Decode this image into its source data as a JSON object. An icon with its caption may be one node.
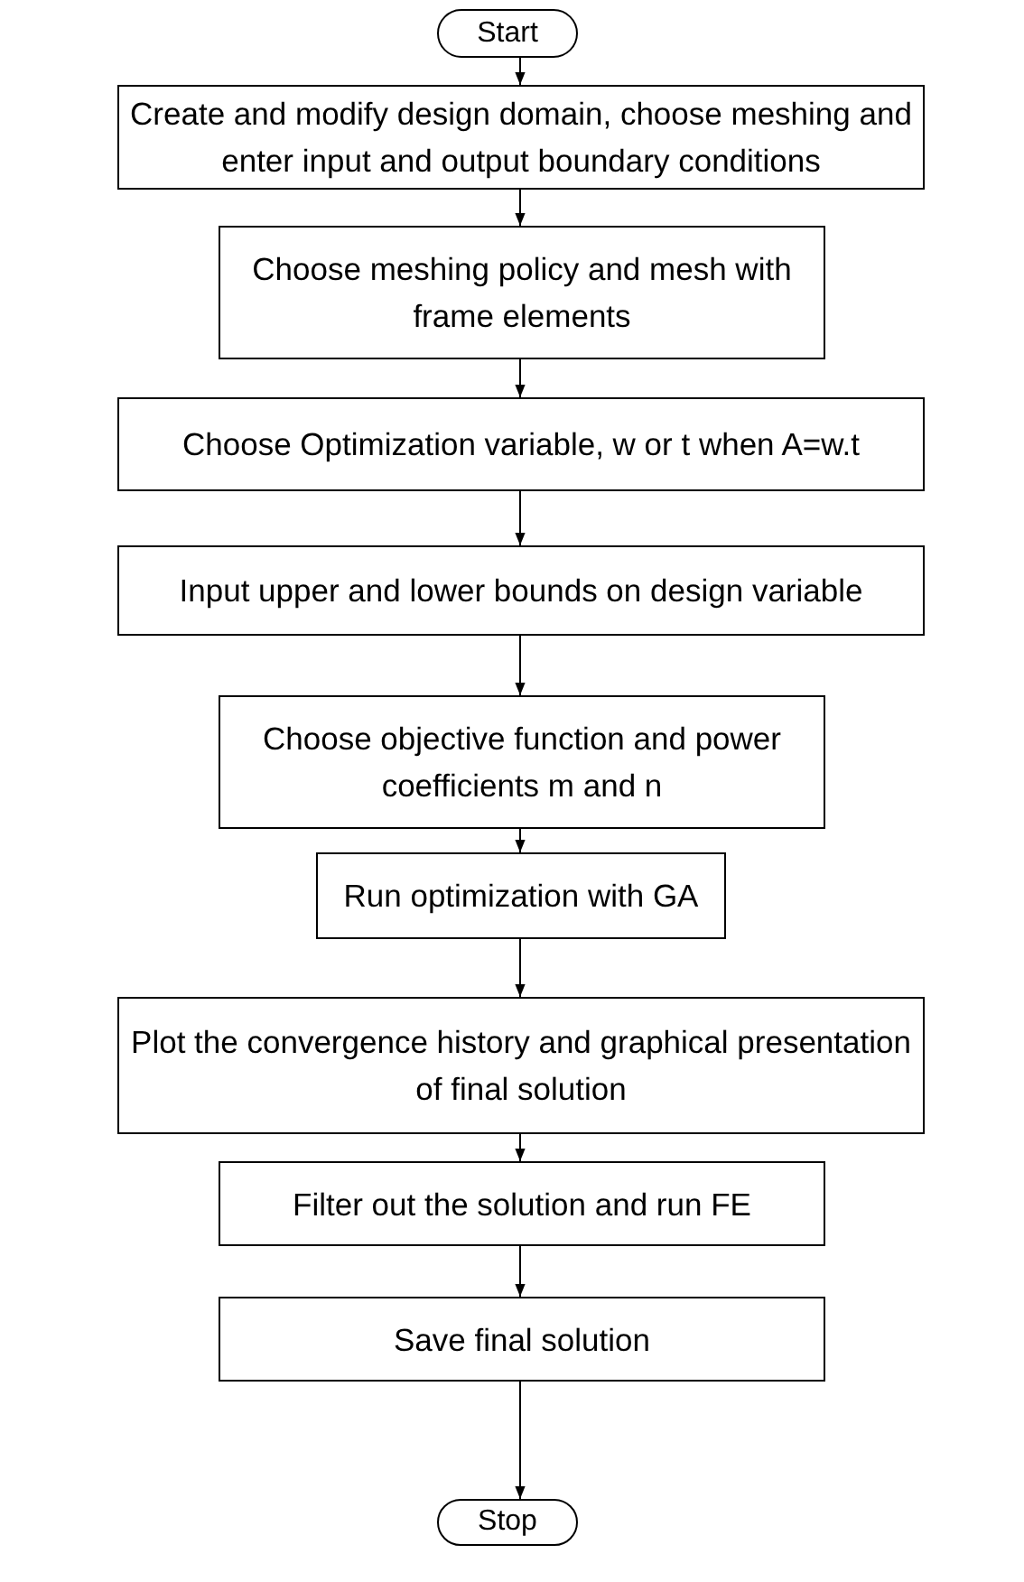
{
  "diagram": {
    "nodes": [
      {
        "text": [
          "Start"
        ]
      },
      {
        "text": [
          "Create and modify design domain, choose meshing and enter input and output boundary conditions"
        ]
      },
      {
        "text": [
          "Choose meshing policy and mesh with frame elements"
        ]
      },
      {
        "text": [
          "Choose Optimization variable, w or t when A=w.t"
        ]
      },
      {
        "text": [
          "Input upper and lower bounds on design variable"
        ]
      },
      {
        "text": [
          "Choose objective function and power coefficients m and n"
        ]
      },
      {
        "text": [
          "Run optimization with GA"
        ]
      },
      {
        "text": [
          "Plot the convergence history and graphical presentation of final solution"
        ]
      },
      {
        "text": [
          "Filter out the solution and run FE"
        ]
      },
      {
        "text": [
          "Save final solution"
        ]
      },
      {
        "text": [
          "Stop"
        ]
      }
    ],
    "edges": [
      {
        "from": 0,
        "to": 1,
        "arrow": "to"
      },
      {
        "from": 1,
        "to": 2,
        "arrow": "to"
      },
      {
        "from": 2,
        "to": 3,
        "arrow": "to"
      },
      {
        "from": 3,
        "to": 4,
        "arrow": "to"
      },
      {
        "from": 4,
        "to": 5,
        "arrow": "to"
      },
      {
        "from": 5,
        "to": 6,
        "arrow": "to"
      },
      {
        "from": 6,
        "to": 7,
        "arrow": "to"
      },
      {
        "from": 7,
        "to": 8,
        "arrow": "to"
      },
      {
        "from": 8,
        "to": 9,
        "arrow": "to"
      },
      {
        "from": 9,
        "to": 10,
        "arrow": "to"
      }
    ]
  }
}
